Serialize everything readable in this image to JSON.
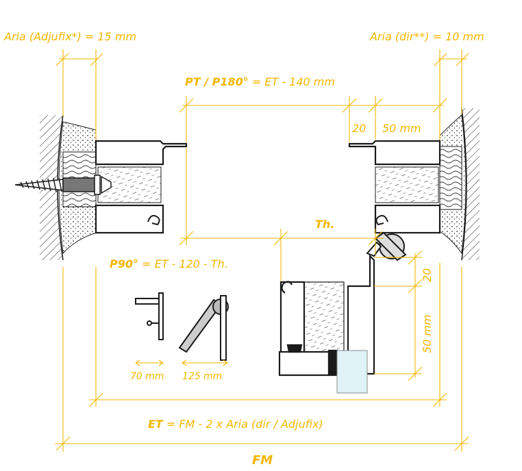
{
  "labels": {
    "aria_adjufix": "Aria (Adjufix*) = 15 mm",
    "aria_dir": "Aria (dir**) = 10 mm",
    "pt_bold": "PT / P180°",
    "pt_rest": " = ET - 140 mm",
    "dim_20_top": "20",
    "dim_50_top": "50 mm",
    "th": "Th.",
    "p90_bold": "P90°",
    "p90_rest": " = ET - 120 - Th.",
    "dim_20_side": "20",
    "dim_50_side": "50 mm",
    "dim_70": "70 mm",
    "dim_125": "125 mm",
    "et_bold": "ET",
    "et_rest": " = FM - 2 x Aria (dir / Adjufix)",
    "fm": "FM"
  },
  "colors": {
    "dimension": "#f2b600",
    "outline": "#1a1a1a",
    "glass": "#dff3f6",
    "hinge": "#dddddd"
  }
}
